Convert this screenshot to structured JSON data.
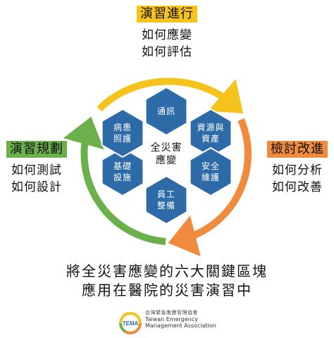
{
  "stages": {
    "top": {
      "title": "演習進行",
      "lines": [
        "如何應變",
        "如何評估"
      ],
      "color": "#f6c21c"
    },
    "right": {
      "title": "檢討改進",
      "lines": [
        "如何分析",
        "如何改善"
      ],
      "color": "#f08a3c"
    },
    "left": {
      "title": "演習規劃",
      "lines": [
        "如何測試",
        "如何設計"
      ],
      "color": "#6bb04a"
    }
  },
  "center": {
    "lines": [
      "全災害",
      "應變"
    ]
  },
  "hexagons": [
    {
      "lines": [
        "通訊"
      ]
    },
    {
      "lines": [
        "資源與",
        "資產"
      ]
    },
    {
      "lines": [
        "安全",
        "維護"
      ]
    },
    {
      "lines": [
        "員工",
        "整備"
      ]
    },
    {
      "lines": [
        "基礎",
        "設施"
      ]
    },
    {
      "lines": [
        "病患",
        "照護"
      ]
    }
  ],
  "hex_color": "#2d6ba8",
  "caption": {
    "line1": "將全災害應變的六大關鍵區塊",
    "line2": "應用在醫院的災害演習中"
  },
  "logo": {
    "mark": "TEMA",
    "name_zh": "台灣緊急應變管理協會",
    "name_en_1": "Taiwan Emergency",
    "name_en_2": "Management Association"
  }
}
